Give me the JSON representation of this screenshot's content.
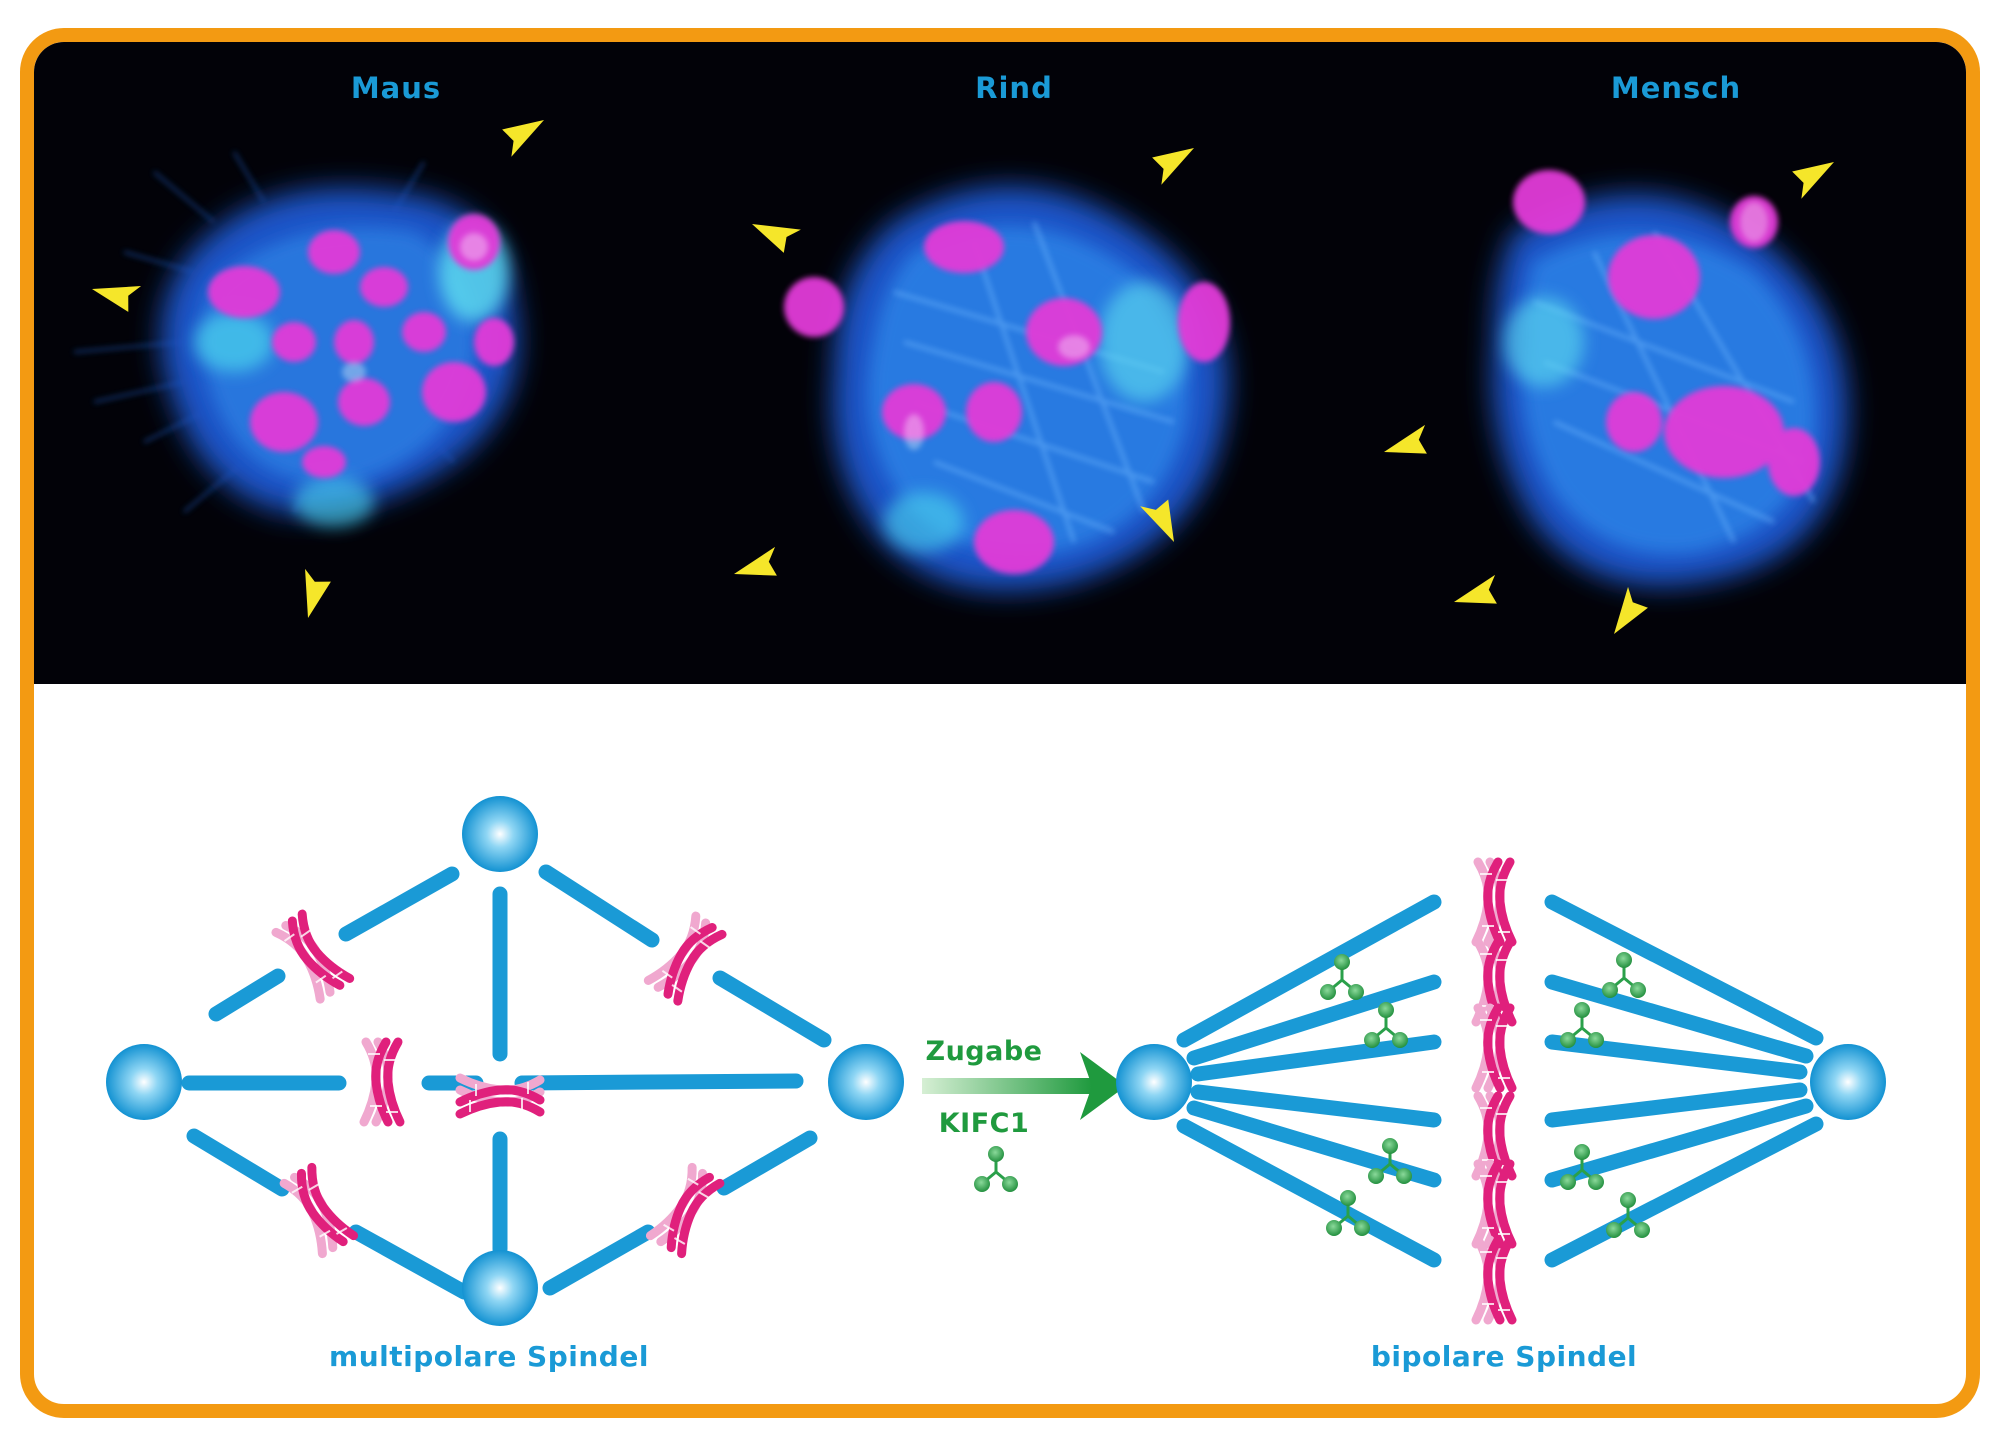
{
  "micrograph": {
    "panels": [
      {
        "label": "Maus"
      },
      {
        "label": "Rind"
      },
      {
        "label": "Mensch"
      }
    ]
  },
  "diagram": {
    "left_caption": "multipolare Spindel",
    "right_caption": "bipolare Spindel",
    "arrow": {
      "line1": "Zugabe",
      "line2": "KIFC1"
    }
  },
  "colors": {
    "frame": "#f39a12",
    "spindle_fiber": "#1a9ad6",
    "chromosome": "#e0207c",
    "kifc1_protein": "#2aa04a",
    "arrowhead_marker": "#f5e62a",
    "caption_text": "#1a9ad6",
    "arrow_text": "#1f9a3e"
  },
  "icons": {
    "pole": "centrosome-sphere",
    "chromosome": "x-shaped-chromosome",
    "protein": "kifc1-trimer",
    "marker": "yellow-arrowhead"
  }
}
